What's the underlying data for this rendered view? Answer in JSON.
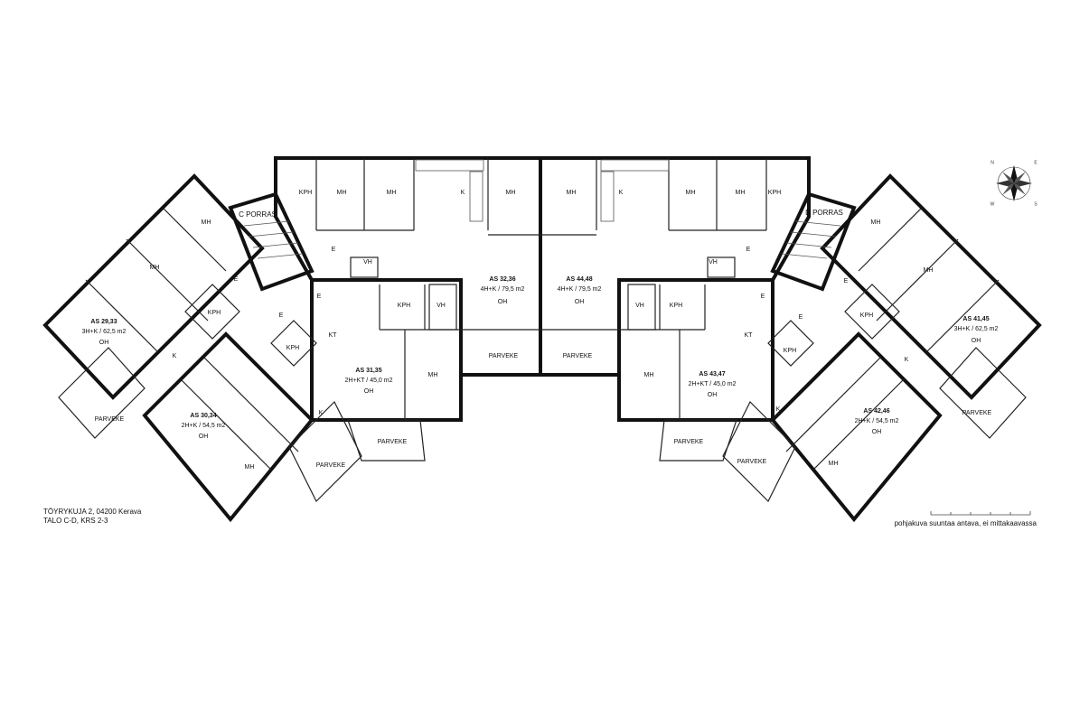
{
  "address": {
    "line1": "TÖYRYKUJA 2, 04200 Kerava",
    "line2": "TALO C-D, KRS 2-3"
  },
  "disclaimer": "pohjakuva suuntaa antava, ei mittakaavassa",
  "compass": {
    "n": "N",
    "e": "E",
    "s": "S",
    "w": "W"
  },
  "stairs": {
    "c": "C PORRAS",
    "d": "D PORRAS"
  },
  "apartments": [
    {
      "id": "AS 29,33",
      "type": "3H+K / 62,5 m2",
      "room": "OH"
    },
    {
      "id": "AS 30,34",
      "type": "2H+K / 54,5 m2",
      "room": "OH"
    },
    {
      "id": "AS 31,35",
      "type": "2H+KT / 45,0 m2",
      "room": "OH"
    },
    {
      "id": "AS 32,36",
      "type": "4H+K / 79,5 m2",
      "room": "OH"
    },
    {
      "id": "AS 44,48",
      "type": "4H+K / 79,5 m2",
      "room": "OH"
    },
    {
      "id": "AS 43,47",
      "type": "2H+KT / 45,0 m2",
      "room": "OH"
    },
    {
      "id": "AS 42,46",
      "type": "2H+K / 54,5 m2",
      "room": "OH"
    },
    {
      "id": "AS 41,45",
      "type": "3H+K / 62,5 m2",
      "room": "OH"
    }
  ],
  "rooms": {
    "mh": "MH",
    "kph": "KPH",
    "k": "K",
    "kt": "KT",
    "e": "E",
    "vh": "VH",
    "parveke": "PARVEKE"
  }
}
